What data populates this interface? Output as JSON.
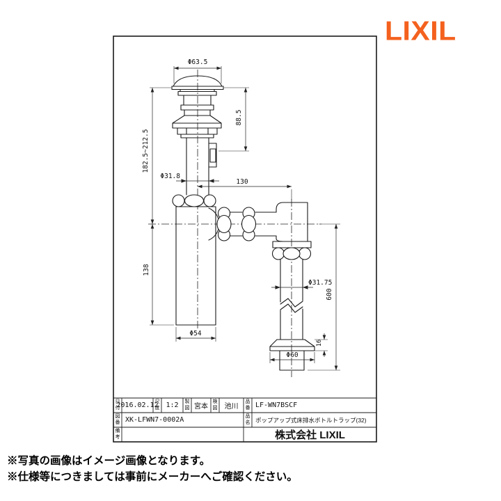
{
  "logo": {
    "text": "LIXIL",
    "color": "#F4611E"
  },
  "drawing": {
    "dimensions": {
      "cap_diameter": "Φ63.5",
      "drain_height": "88.5",
      "install_range": "182.5~212.5",
      "tail_diameter": "Φ31.8",
      "horizontal_offset": "130",
      "bottle_height": "138",
      "bottle_diameter": "Φ54",
      "pipe_diameter": "Φ31.75",
      "pipe_length": "600",
      "flange_height": "16",
      "flange_diameter": "Φ60"
    }
  },
  "title_block": {
    "date_label": "日付",
    "date": "2016.02.12",
    "scale_label": "尺度",
    "scale": "1:2",
    "drafter_label": "製図",
    "drafter": "宮本",
    "checker_label": "検図",
    "checker": "池川",
    "part_no_label": "品番",
    "part_no": "LF-WN7BSCF",
    "drawing_no_label": "図番",
    "drawing_no": "XK-LFWN7-0002A",
    "product_name_label": "品名",
    "product_name": "ポップアップ式床排水ボトルトラップ(32)",
    "remarks_label": "備考",
    "remarks": "",
    "company": "株式会社 LIXIL"
  },
  "notes": [
    "※写真の画像はイメージ画像となります。",
    "※仕様等につきましては事前にメーカーへご確認ください。"
  ]
}
